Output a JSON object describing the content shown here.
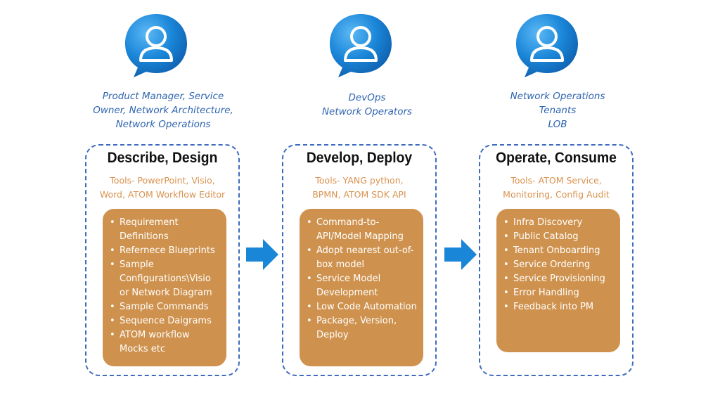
{
  "columns": [
    {
      "role": "Product Manager, Service\nOwner, Network Architecture,\nNetwork Operations",
      "title": "Describe, Design",
      "tools": "Tools- PowerPoint, Visio,\nWord, ATOM  Workflow Editor",
      "items": [
        "Requirement\nDefinitions",
        "Refernece Blueprints",
        "Sample\nConfigurations\\Visio\nor Network Diagram",
        "Sample Commands",
        "Sequence Daigrams",
        "ATOM workflow\nMocks etc"
      ]
    },
    {
      "role": "DevOps\nNetwork Operators",
      "title": "Develop, Deploy",
      "tools": "Tools- YANG python,\nBPMN, ATOM SDK API",
      "items": [
        "Command-to-\nAPI/Model Mapping",
        "Adopt nearest out-of-\nbox model",
        "Service Model\nDevelopment",
        "Low Code Automation",
        "Package, Version,\nDeploy"
      ]
    },
    {
      "role": "Network Operations\nTenants\nLOB",
      "title": "Operate, Consume",
      "tools": "Tools- ATOM Service,\nMonitoring, Config Audit",
      "items": [
        "Infra Discovery",
        "Public Catalog",
        "Tenant Onboarding",
        "Service Ordering",
        "Service Provisioning",
        "Error Handling",
        "Feedback into PM"
      ]
    }
  ],
  "icons": {
    "avatar": "person-chat-bubble-icon",
    "arrow": "right-arrow-icon"
  },
  "colors": {
    "avatar_blue": "#1a86d8",
    "role_text": "#2f64b0",
    "panel_border": "#3e6bbd",
    "tools_text": "#d9924e",
    "card_fill": "#cf924e",
    "arrow": "#1a86d8"
  }
}
